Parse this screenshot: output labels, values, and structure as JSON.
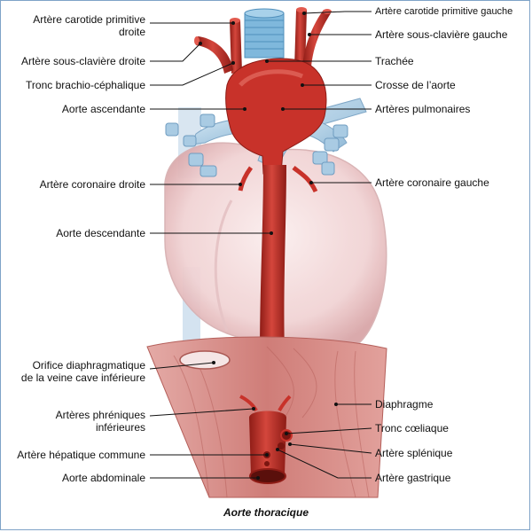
{
  "caption": "Aorte thoracique",
  "labels": {
    "left": {
      "carotide_droite": "Artère carotide primitive\ndroite",
      "sous_claviere_droite": "Artère sous-clavière droite",
      "tronc_brachio": "Tronc brachio-céphalique",
      "aorte_ascendante": "Aorte ascendante",
      "coronaire_droite": "Artère coronaire droite",
      "aorte_descendante": "Aorte descendante",
      "orifice_veine_cave": "Orifice diaphragmatique\nde la veine cave inférieure",
      "phreniques": "Artères phréniques\ninférieures",
      "hepatique": "Artère hépatique commune",
      "abdominale": "Aorte abdominale"
    },
    "right": {
      "carotide_gauche": "Artère carotide primitive gauche",
      "sous_claviere_gauche": "Artère sous-clavière gauche",
      "trachee": "Trachée",
      "crosse": "Crosse de l’aorte",
      "pulmonaires": "Artères pulmonaires",
      "coronaire_gauche": "Artère coronaire gauche",
      "diaphragme": "Diaphragme",
      "tronc_coeliaque": "Tronc cœliaque",
      "splenique": "Artère splénique",
      "gastrique": "Artère gastrique"
    }
  },
  "colors": {
    "aorta": "#c8322a",
    "aorta_dark": "#8e1c16",
    "pulmonary": "#a9cbe3",
    "trachea": "#7fb8dc",
    "heart": "#f3dcdc",
    "diaphragm": "#d98f8c",
    "frame": "#7fa3c8"
  }
}
